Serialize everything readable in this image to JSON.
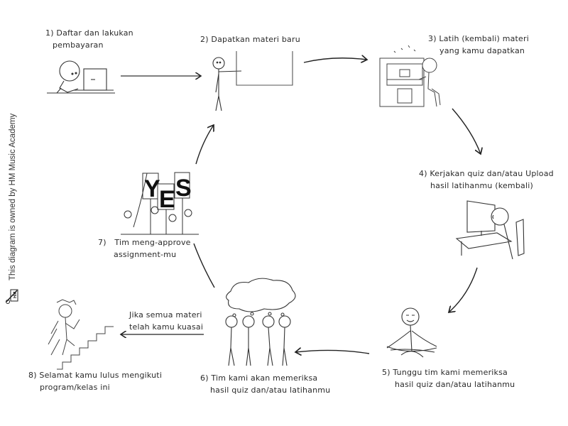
{
  "watermark": "This diagram is owned by HM Music Academy",
  "logo_icon": "hm-music-academy-logo",
  "steps": [
    {
      "num": "1)",
      "line1": "Daftar dan lakukan",
      "line2": "pembayaran",
      "illustration": "person-at-laptop"
    },
    {
      "num": "2)",
      "line1": "Dapatkan materi baru",
      "line2": "",
      "illustration": "person-pointing-at-board"
    },
    {
      "num": "3)",
      "line1": "Latih (kembali) materi",
      "line2": "yang kamu dapatkan",
      "illustration": "person-playing-piano"
    },
    {
      "num": "4)",
      "line1": "Kerjakan quiz dan/atau Upload",
      "line2": "hasil latihanmu (kembali)",
      "illustration": "person-at-computer"
    },
    {
      "num": "5)",
      "line1": "Tunggu tim kami memeriksa",
      "line2": "hasil quiz dan/atau latihanmu",
      "illustration": "person-meditating"
    },
    {
      "num": "6)",
      "line1": "Tim kami akan memeriksa",
      "line2": "hasil quiz dan/atau latihanmu",
      "illustration": "team-thinking"
    },
    {
      "num": "7)",
      "line1": "Tim meng-approve",
      "line2": "assignment-mu",
      "illustration": "team-holding-yes-signs"
    },
    {
      "num": "8)",
      "line1": "Selamat kamu lulus mengikuti",
      "line2": "program/kelas ini",
      "illustration": "person-climbing-stairs"
    }
  ],
  "condition": {
    "line1": "Jika semua materi",
    "line2": "telah kamu kuasai"
  },
  "yes_sign": [
    "Y",
    "E",
    "S"
  ]
}
